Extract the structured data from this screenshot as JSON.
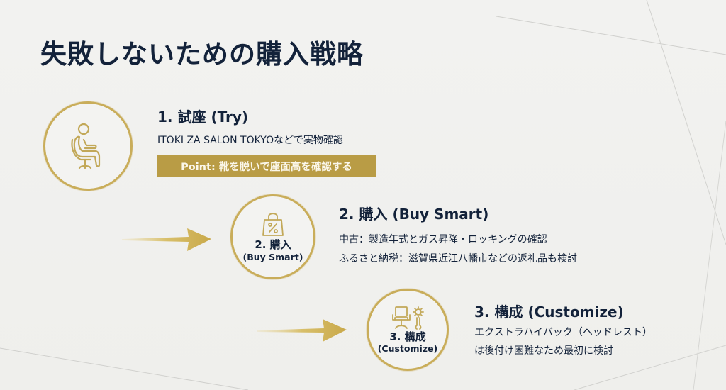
{
  "slide": {
    "title": "失敗しないための購入戦略",
    "accent_color": "#c9ad5a",
    "banner_color": "#b99c45",
    "text_color": "#13223a",
    "background_color": "#efefed"
  },
  "steps": [
    {
      "icon": "person-sitting-chair-icon",
      "title": "1. 試座 (Try)",
      "lines": [
        "ITOKI ZA SALON TOKYOなどで実物確認"
      ],
      "point": "Point: 靴を脱いで座面高を確認する"
    },
    {
      "icon": "shopping-bag-percent-icon",
      "circle_label": "2. 購入",
      "circle_sub": "(Buy Smart)",
      "title": "2. 購入 (Buy Smart)",
      "lines": [
        "中古：製造年式とガス昇降・ロッキングの確認",
        "ふるさと納税：滋賀県近江八幡市などの返礼品も検討"
      ]
    },
    {
      "icon": "chair-gear-wrench-icon",
      "circle_label": "3. 構成",
      "circle_sub": "(Customize)",
      "title": "3. 構成 (Customize)",
      "lines": [
        "エクストラハイバック（ヘッドレスト）",
        "は後付け困難なため最初に検討"
      ]
    }
  ]
}
